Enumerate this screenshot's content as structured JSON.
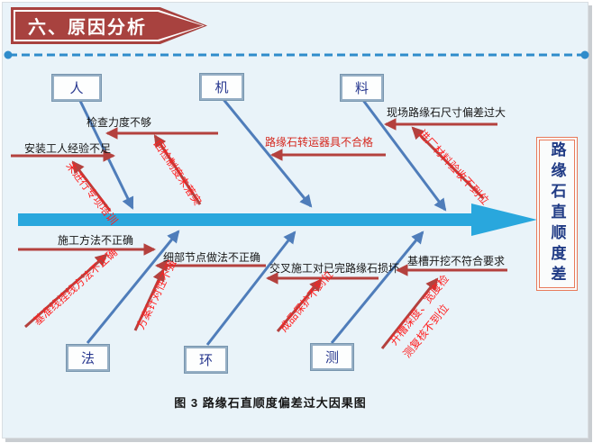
{
  "slide": {
    "title": "六、原因分析",
    "caption": "图 3  路缘石直顺度偏差过大因果图",
    "effect": "路缘石直顺度差"
  },
  "categories": [
    "人",
    "机",
    "料",
    "法",
    "环",
    "测"
  ],
  "primary_causes": {
    "p1": "检查力度不够",
    "p2": "安装工人经验不足",
    "p3": "路缘石转运器具不合格",
    "p4": "现场路缘石尺寸偏差过大",
    "p5": "施工方法不正确",
    "p6": "细部节点做法不正确",
    "p7": "交叉施工对已完路缘石损坏",
    "p8": "基槽开挖不符合要求"
  },
  "secondary_causes": {
    "s1": "回检制度未落实",
    "s2": "未进行专项培训",
    "s3": "进厂材料验收不到位",
    "s4": "基准线挂线方法不正确",
    "s5": "方案针对性不强",
    "s6": "成品保护不到位",
    "s7_line1": "开槽深度、宽度检",
    "s7_line2": "测复核不到位"
  },
  "colors": {
    "slide_background": "#E9F3F9",
    "banner_fill": "#A8423F",
    "banner_text": "#FFFFFF",
    "divider_dashed": "#2F8CCB",
    "spine": "#29A7DD",
    "branch_blue": "#4F7DBA",
    "cause_arrow_red": "#B4413E",
    "secondary_text_red": "#FF1F1F",
    "primary_text": "#161616",
    "machine_cause_text": "#D5281E",
    "category_border": "#96AFC5",
    "category_text": "#28388F",
    "effect_border": "#E8795A",
    "effect_text": "#203B85"
  }
}
